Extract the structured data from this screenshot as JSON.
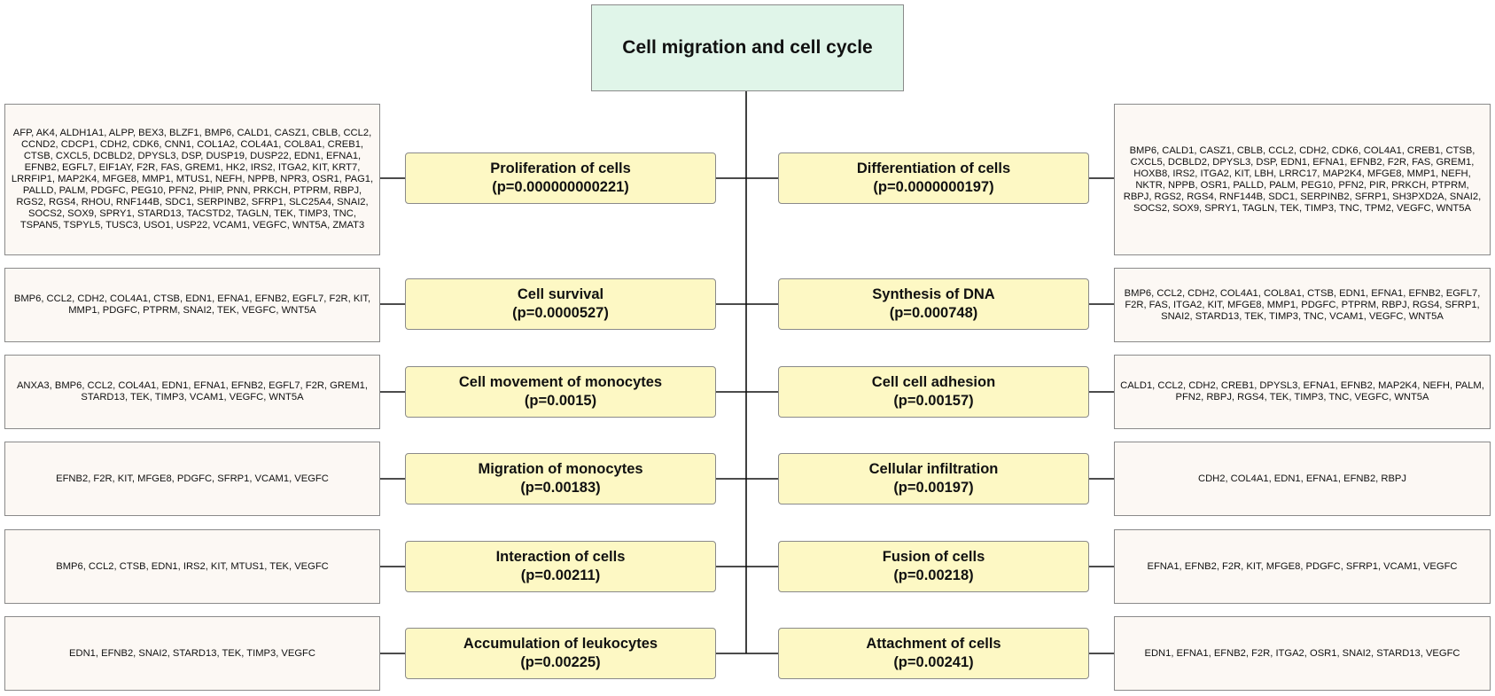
{
  "title": "Cell migration and cell cycle",
  "rows": [
    {
      "left": {
        "name": "Proliferation of cells",
        "p": "(p=0.000000000221)",
        "genes": "AFP, AK4, ALDH1A1, ALPP, BEX3, BLZF1, BMP6, CALD1, CASZ1, CBLB, CCL2, CCND2, CDCP1, CDH2, CDK6, CNN1, COL1A2, COL4A1, COL8A1, CREB1, CTSB, CXCL5, DCBLD2, DPYSL3, DSP, DUSP19, DUSP22, EDN1, EFNA1, EFNB2, EGFL7, EIF1AY, F2R, FAS, GREM1, HK2, IRS2, ITGA2, KIT, KRT7, LRRFIP1, MAP2K4, MFGE8, MMP1, MTUS1, NEFH, NPPB, NPR3, OSR1, PAG1, PALLD, PALM, PDGFC, PEG10, PFN2, PHIP, PNN, PRKCH, PTPRM, RBPJ, RGS2, RGS4, RHOU, RNF144B, SDC1, SERPINB2, SFRP1, SLC25A4, SNAI2, SOCS2, SOX9, SPRY1, STARD13, TACSTD2, TAGLN, TEK, TIMP3, TNC, TSPAN5, TSPYL5, TUSC3, USO1, USP22, VCAM1, VEGFC, WNT5A, ZMAT3"
      },
      "right": {
        "name": "Differentiation of cells",
        "p": "(p=0.0000000197)",
        "genes": "BMP6, CALD1, CASZ1, CBLB, CCL2, CDH2, CDK6, COL4A1, CREB1, CTSB, CXCL5, DCBLD2, DPYSL3, DSP, EDN1, EFNA1, EFNB2, F2R, FAS, GREM1, HOXB8, IRS2, ITGA2, KIT, LBH, LRRC17, MAP2K4, MFGE8, MMP1, NEFH, NKTR, NPPB, OSR1, PALLD, PALM, PEG10, PFN2, PIR, PRKCH, PTPRM, RBPJ, RGS2, RGS4, RNF144B, SDC1, SERPINB2, SFRP1, SH3PXD2A, SNAI2, SOCS2, SOX9, SPRY1, TAGLN, TEK, TIMP3, TNC, TPM2, VEGFC, WNT5A"
      }
    },
    {
      "left": {
        "name": "Cell survival",
        "p": "(p=0.0000527)",
        "genes": "BMP6, CCL2, CDH2, COL4A1, CTSB, EDN1, EFNA1, EFNB2, EGFL7, F2R, KIT, MMP1, PDGFC, PTPRM, SNAI2, TEK, VEGFC, WNT5A"
      },
      "right": {
        "name": "Synthesis of DNA",
        "p": "(p=0.000748)",
        "genes": "BMP6, CCL2, CDH2, COL4A1, COL8A1, CTSB, EDN1, EFNA1, EFNB2, EGFL7, F2R, FAS, ITGA2, KIT, MFGE8, MMP1, PDGFC, PTPRM, RBPJ, RGS4, SFRP1, SNAI2, STARD13, TEK, TIMP3, TNC, VCAM1, VEGFC, WNT5A"
      }
    },
    {
      "left": {
        "name": "Cell movement of monocytes",
        "p": "(p=0.0015)",
        "genes": "ANXA3, BMP6, CCL2, COL4A1, EDN1, EFNA1, EFNB2, EGFL7, F2R, GREM1, STARD13, TEK, TIMP3, VCAM1, VEGFC, WNT5A"
      },
      "right": {
        "name": "Cell cell adhesion",
        "p": "(p=0.00157)",
        "genes": "CALD1, CCL2, CDH2, CREB1, DPYSL3, EFNA1, EFNB2, MAP2K4, NEFH, PALM, PFN2, RBPJ, RGS4, TEK, TIMP3, TNC, VEGFC, WNT5A"
      }
    },
    {
      "left": {
        "name": "Migration of monocytes",
        "p": "(p=0.00183)",
        "genes": "EFNB2, F2R, KIT, MFGE8, PDGFC, SFRP1, VCAM1, VEGFC"
      },
      "right": {
        "name": "Cellular infiltration",
        "p": "(p=0.00197)",
        "genes": "CDH2, COL4A1, EDN1, EFNA1, EFNB2, RBPJ"
      }
    },
    {
      "left": {
        "name": "Interaction of cells",
        "p": "(p=0.00211)",
        "genes": "BMP6, CCL2, CTSB, EDN1, IRS2, KIT, MTUS1, TEK, VEGFC"
      },
      "right": {
        "name": "Fusion of cells",
        "p": "(p=0.00218)",
        "genes": "EFNA1, EFNB2, F2R, KIT, MFGE8, PDGFC, SFRP1, VCAM1, VEGFC"
      }
    },
    {
      "left": {
        "name": "Accumulation of leukocytes",
        "p": "(p=0.00225)",
        "genes": "EDN1, EFNB2, SNAI2, STARD13, TEK, TIMP3, VEGFC"
      },
      "right": {
        "name": "Attachment of cells",
        "p": "(p=0.00241)",
        "genes": "EDN1, EFNA1, EFNB2, F2R, ITGA2, OSR1, SNAI2, STARD13, VEGFC"
      }
    }
  ]
}
